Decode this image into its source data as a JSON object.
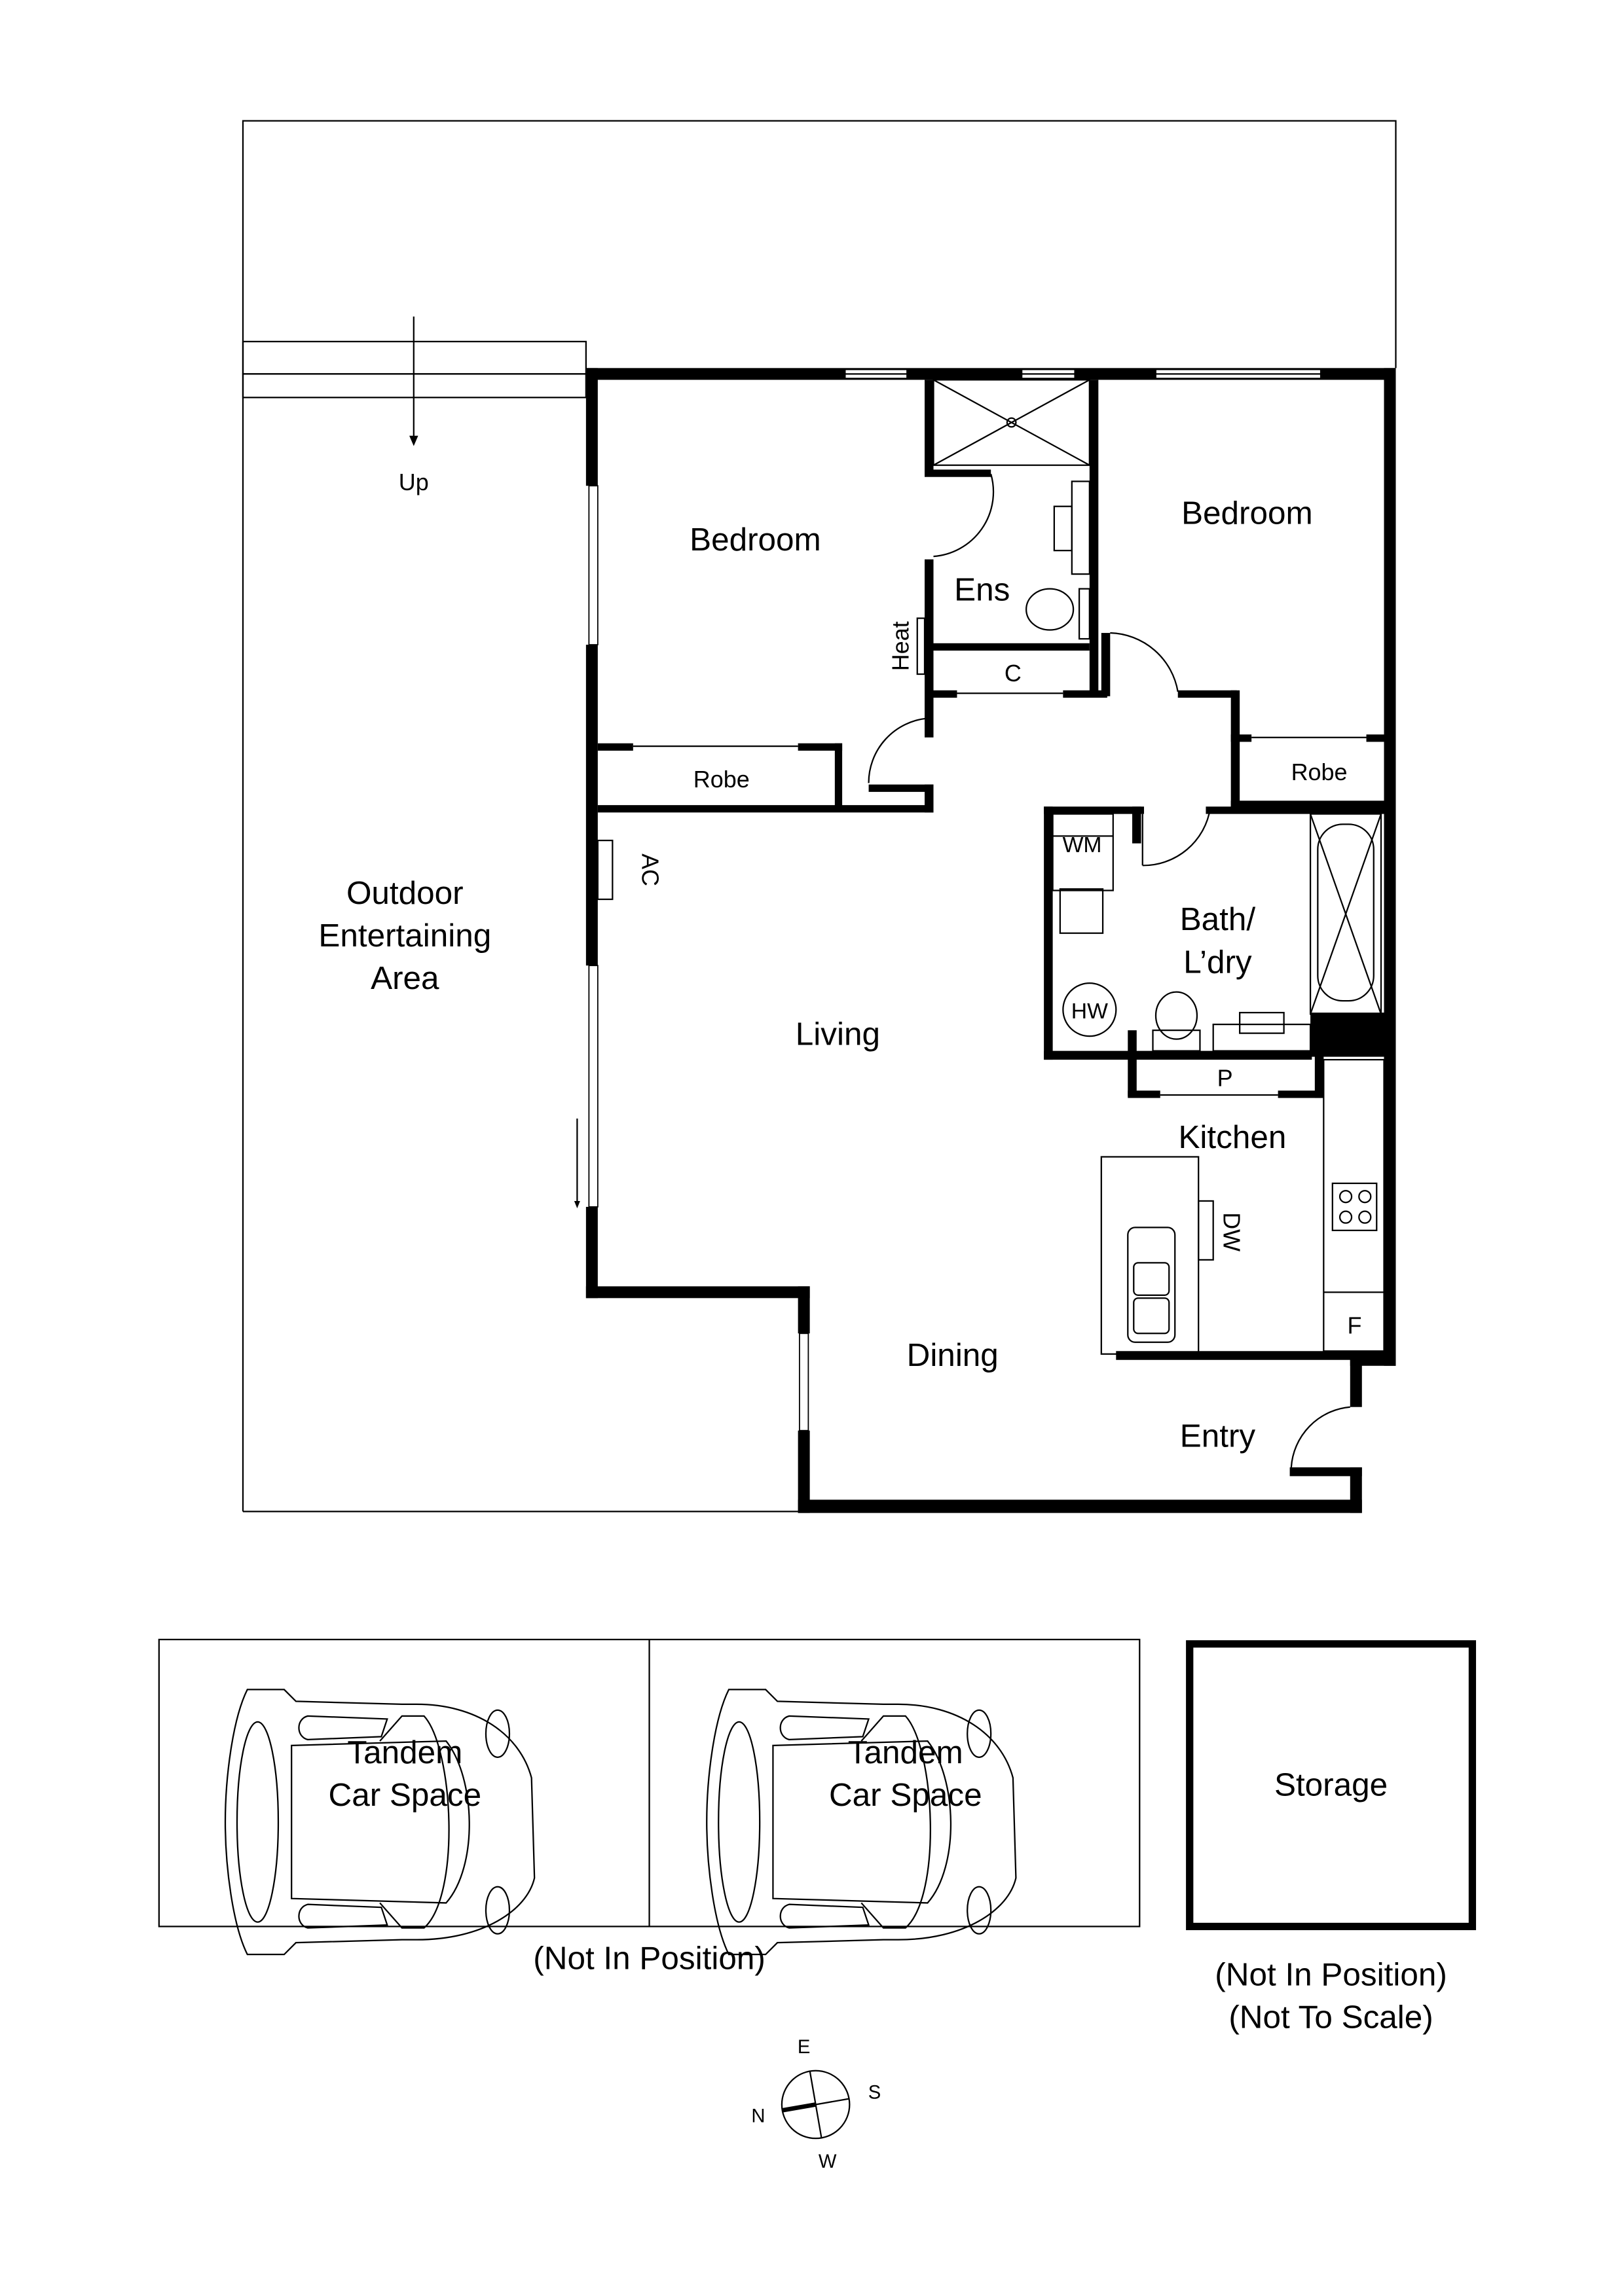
{
  "plan": {
    "rooms": {
      "bedroom_1": "Bedroom",
      "bedroom_2": "Bedroom",
      "ensuite": "Ens",
      "heat": "Heat",
      "cupboard": "C",
      "robe_1": "Robe",
      "robe_2": "Robe",
      "ac": "AC",
      "outdoor_line1": "Outdoor",
      "outdoor_line2": "Entertaining",
      "outdoor_line3": "Area",
      "living": "Living",
      "washing_machine": "WM",
      "hot_water": "HW",
      "bath_line1": "Bath/",
      "bath_line2": "L’dry",
      "pantry": "P",
      "kitchen": "Kitchen",
      "dishwasher": "DW",
      "fridge": "F",
      "dining": "Dining",
      "entry": "Entry",
      "stairs": "Up"
    },
    "parking": {
      "space_1_line1": "Tandem",
      "space_1_line2": "Car Space",
      "space_2_line1": "Tandem",
      "space_2_line2": "Car Space",
      "note": "(Not In Position)"
    },
    "storage": {
      "label": "Storage",
      "note_line1": "(Not In Position)",
      "note_line2": "(Not To Scale)"
    },
    "compass": {
      "north": "N",
      "east": "E",
      "south": "S",
      "west": "W"
    }
  },
  "colors": {
    "ink": "#000000",
    "paper": "#ffffff"
  }
}
